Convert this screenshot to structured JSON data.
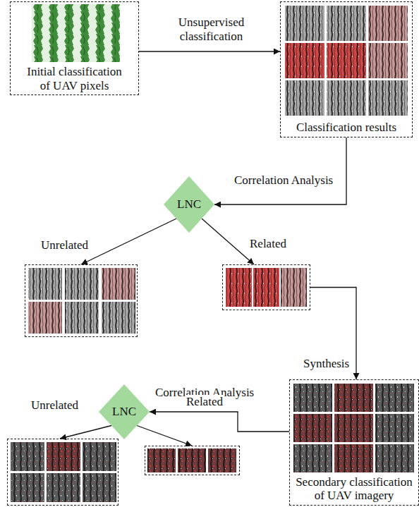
{
  "diagram": {
    "nodes": [
      {
        "text": [
          "Initial classification of UAV pixels"
        ]
      },
      {
        "text": [
          "Classification results"
        ]
      },
      {
        "text": [
          "LNC"
        ]
      },
      {
        "text": []
      },
      {
        "text": []
      },
      {
        "text": [
          "Secondary classification of UAV imagery"
        ]
      },
      {
        "text": [
          "LNC"
        ]
      },
      {
        "text": []
      },
      {
        "text": []
      }
    ],
    "edges": [
      {
        "from": 0,
        "to": 1,
        "arrow": "to",
        "label": "Unsupervised classification"
      },
      {
        "from": 1,
        "to": 2,
        "arrow": "to",
        "label": "Correlation Analysis"
      },
      {
        "from": 2,
        "to": 3,
        "arrow": "to",
        "label": "Unrelated"
      },
      {
        "from": 2,
        "to": 4,
        "arrow": "to",
        "label": "Related"
      },
      {
        "from": 4,
        "to": 5,
        "arrow": "to",
        "label": "Synthesis"
      },
      {
        "from": 5,
        "to": 6,
        "arrow": "to",
        "label": "Correlation Analysis"
      },
      {
        "from": 6,
        "to": 7,
        "arrow": "to",
        "label": "Unrelated"
      },
      {
        "from": 6,
        "to": 8,
        "arrow": "to",
        "label": "Related"
      }
    ]
  }
}
